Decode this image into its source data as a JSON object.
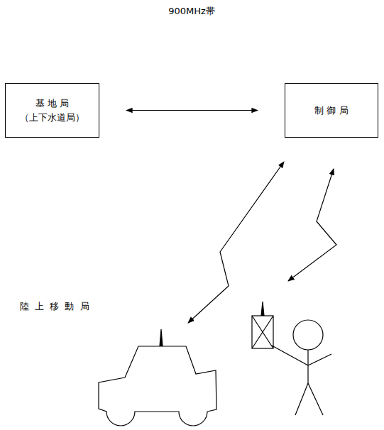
{
  "diagram": {
    "title": "900MHz帯",
    "nodes": [
      {
        "text": [
          "基 地 局",
          "（上下水道局）"
        ]
      },
      {
        "text": [
          "制 御 局"
        ]
      }
    ],
    "edges": [
      {
        "from": 0,
        "to": 1,
        "arrow": "both"
      }
    ],
    "labels": [
      "陸 上 移 動 局"
    ]
  }
}
